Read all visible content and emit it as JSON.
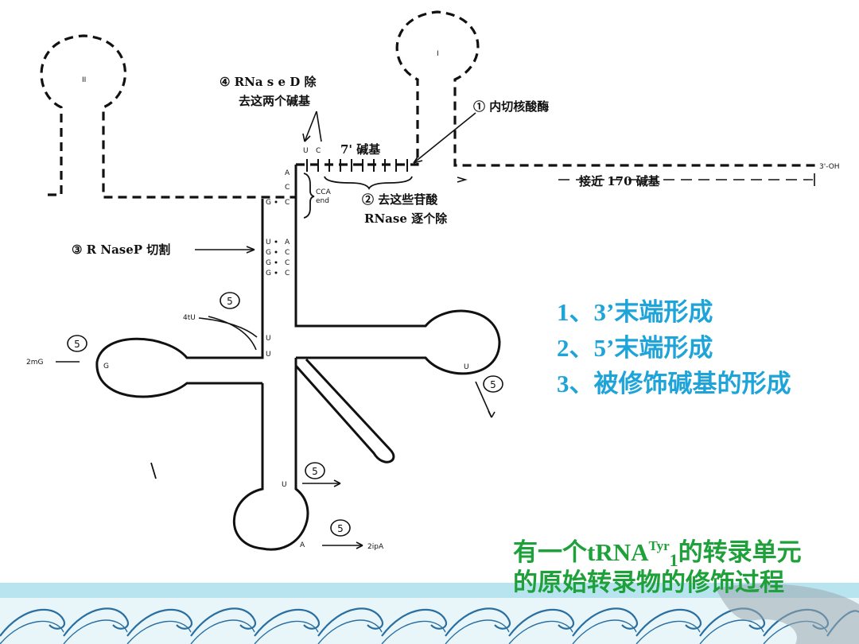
{
  "annotations": {
    "rnase_d_line1": "④ RNa s e D 除",
    "rnase_d_line2": "去这两个碱基",
    "endonuclease": "① 内切核酸酶",
    "seven_bases": "7' 碱基",
    "near_170": "接近 170 碱基",
    "three_oh": "3'-OH",
    "cca_line1": "CCA",
    "cca_line2": "end",
    "remove_line1": "② 去这些苷酸",
    "remove_line2": "RNase 逐个除",
    "rnasep": "③ R NaseP 切割",
    "four_tu": "4tU",
    "two_mg": "2mG",
    "two_ipa": "2ipA",
    "circled_five": "5",
    "hairpin_two": "II",
    "hairpin_one": "I"
  },
  "bases": {
    "u1": "U",
    "c1": "C",
    "a1": "A",
    "c2": "C",
    "g1": "G",
    "c3": "C",
    "pair1_l": "U",
    "pair1_r": "A",
    "pair2_l": "G",
    "pair2_r": "C",
    "pair3_l": "G",
    "pair3_r": "C",
    "pair4_l": "G",
    "pair4_r": "C",
    "u_mod1": "U",
    "u_mod2": "U",
    "g_loop": "G",
    "u_tloop": "U",
    "u_anti": "U",
    "a_anti": "A"
  },
  "steps": [
    "1、3’末端形成",
    "2、5’末端形成",
    "3、被修饰碱基的形成"
  ],
  "caption": {
    "pre": "有一个",
    "trna": "tRNA",
    "sup": "Tyr",
    "sub": "1",
    "post": "的转录单元",
    "line2": "的原始转录物的修饰过程"
  },
  "colors": {
    "steps": "#1ea4d8",
    "caption": "#1ea03a",
    "footer_sky": "#b8e4f0",
    "footer_wave": "#2a6fa0"
  }
}
